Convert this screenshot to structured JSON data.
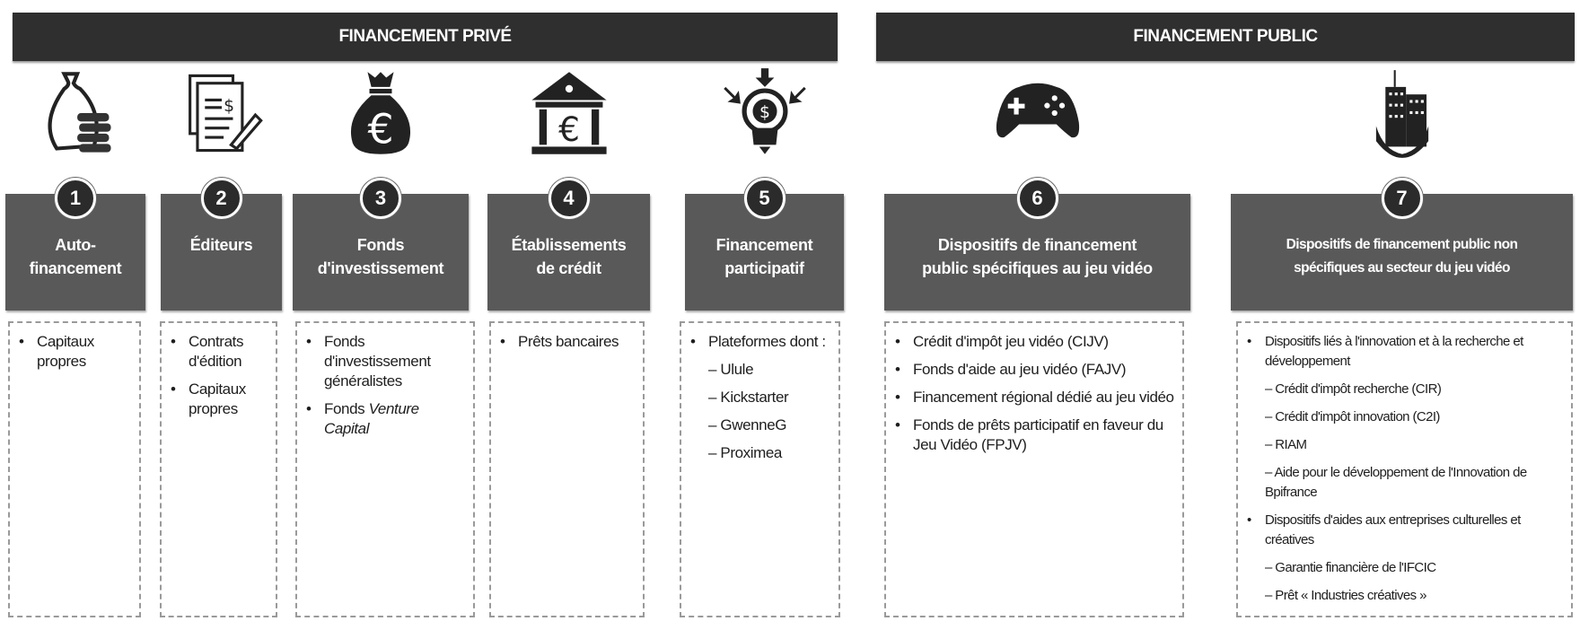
{
  "headers": {
    "private": "FINANCEMENT PRIVÉ",
    "public": "FINANCEMENT PUBLIC"
  },
  "columns": [
    {
      "number": "1",
      "icon": "money-bag-coins-icon",
      "title": "Auto-\nfinancement",
      "items": [
        {
          "type": "bullet",
          "text": "Capitaux propres"
        }
      ]
    },
    {
      "number": "2",
      "icon": "contract-document-icon",
      "title": "Éditeurs",
      "items": [
        {
          "type": "bullet",
          "text": "Contrats d'édition"
        },
        {
          "type": "bullet",
          "text": "Capitaux propres"
        }
      ]
    },
    {
      "number": "3",
      "icon": "euro-money-bag-icon",
      "title": "Fonds\nd'investissement",
      "items": [
        {
          "type": "bullet",
          "text": "Fonds d'investissement généralistes"
        },
        {
          "type": "bullet",
          "text": "Fonds ",
          "italic": "Venture Capital"
        }
      ]
    },
    {
      "number": "4",
      "icon": "bank-euro-icon",
      "title": "Établissements\nde crédit",
      "items": [
        {
          "type": "bullet",
          "text": "Prêts bancaires"
        }
      ]
    },
    {
      "number": "5",
      "icon": "crowdfunding-lightbulb-icon",
      "title": "Financement\nparticipatif",
      "items": [
        {
          "type": "bullet",
          "text": "Plateformes dont :"
        },
        {
          "type": "sub",
          "text": "– Ulule"
        },
        {
          "type": "sub",
          "text": "– Kickstarter"
        },
        {
          "type": "sub",
          "text": "– GwenneG"
        },
        {
          "type": "sub",
          "text": "– Proximea"
        }
      ]
    },
    {
      "number": "6",
      "icon": "gamepad-icon",
      "title": "Dispositifs de financement\npublic spécifiques au jeu vidéo",
      "items": [
        {
          "type": "bullet",
          "text": "Crédit d'impôt jeu vidéo (CIJV)"
        },
        {
          "type": "bullet",
          "text": "Fonds d'aide au jeu vidéo (FAJV)"
        },
        {
          "type": "bullet",
          "text": "Financement régional dédié au jeu vidéo"
        },
        {
          "type": "bullet",
          "text": "Fonds de prêts participatif en faveur du Jeu Vidéo (FPJV)"
        }
      ]
    },
    {
      "number": "7",
      "icon": "city-buildings-icon",
      "title": "Dispositifs de financement public non\nspécifiques au secteur du jeu vidéo",
      "items": [
        {
          "type": "bullet",
          "text": "Dispositifs liés à l'innovation et à la recherche et développement"
        },
        {
          "type": "sub",
          "text": "– Crédit d'impôt recherche (CIR)"
        },
        {
          "type": "sub",
          "text": "– Crédit d'impôt innovation (C2I)"
        },
        {
          "type": "sub",
          "text": "– RIAM"
        },
        {
          "type": "sub",
          "text": "– Aide pour le développement de l'Innovation de Bpifrance"
        },
        {
          "type": "bullet",
          "text": "Dispositifs d'aides aux entreprises culturelles et créatives"
        },
        {
          "type": "sub",
          "text": "– Garantie financière de l'IFCIC"
        },
        {
          "type": "sub",
          "text": "– Prêt « Industries créatives »"
        }
      ]
    }
  ]
}
